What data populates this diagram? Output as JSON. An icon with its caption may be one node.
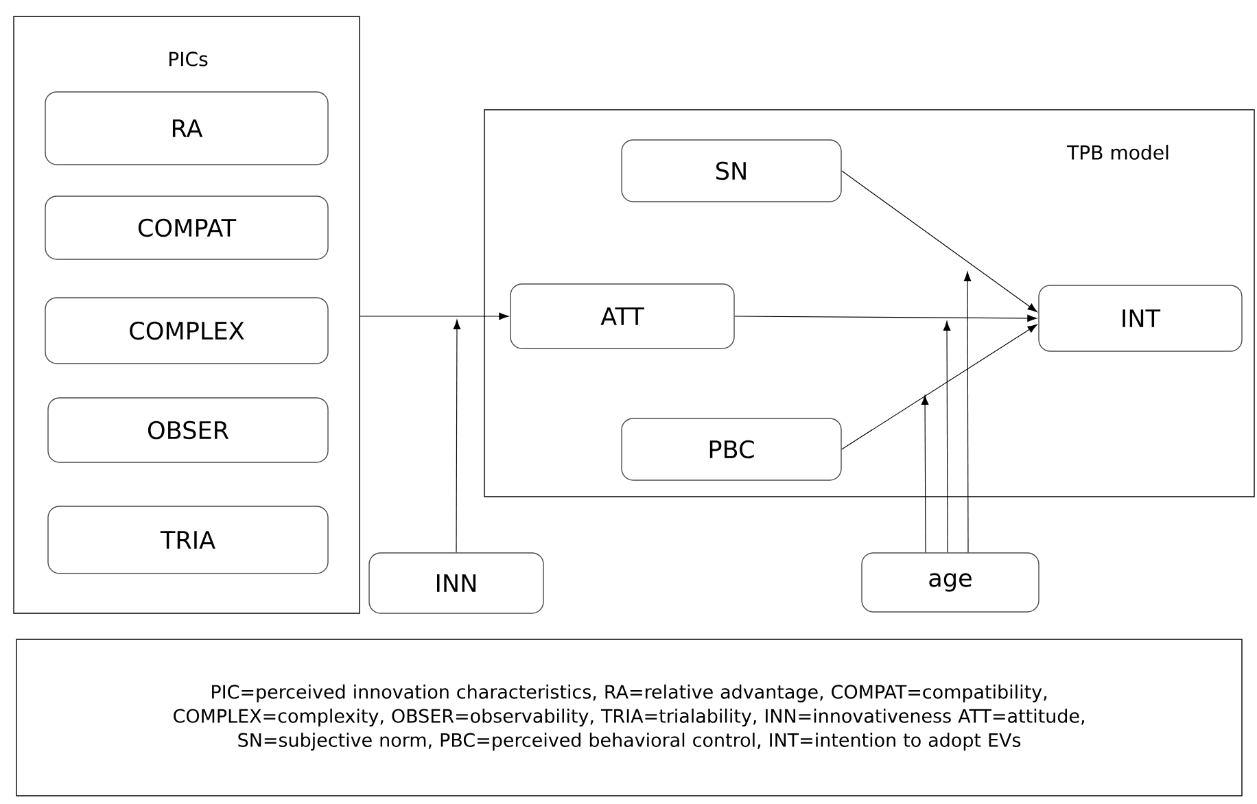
{
  "diagram": {
    "nodes": [
      {
        "text": [
          "PICs"
        ]
      },
      {
        "text": [
          "RA"
        ],
        "in": 0
      },
      {
        "text": [
          "COMPAT"
        ],
        "in": 0
      },
      {
        "text": [
          "COMPLEX"
        ],
        "in": 0
      },
      {
        "text": [
          "OBSER"
        ],
        "in": 0
      },
      {
        "text": [
          "TRIA"
        ],
        "in": 0
      },
      {
        "text": [
          "TPB model"
        ]
      },
      {
        "text": [
          "SN"
        ],
        "in": 6
      },
      {
        "text": [
          "ATT"
        ],
        "in": 6
      },
      {
        "text": [
          "PBC"
        ],
        "in": 6
      },
      {
        "text": [
          "INT"
        ],
        "in": 6
      },
      {
        "text": [
          "INN"
        ]
      },
      {
        "text": [
          "age"
        ]
      },
      {
        "text": [
          "PIC=perceived innovation characteristics, RA=relative advantage, COMPAT=compatibility, COMPLEX=complexity, OBSER=observability, TRIA=trialability, INN=innovativeness ATT=attitude, SN=subjective norm, PBC=perceived behavioral control, INT=intention to adopt EVs"
        ]
      }
    ],
    "edges": [
      {
        "from": 0,
        "to": 8,
        "arrow": "to"
      },
      {
        "from": 11,
        "to": null,
        "arrow": "to"
      },
      {
        "from": 7,
        "to": 10,
        "arrow": "to"
      },
      {
        "from": 8,
        "to": 10,
        "arrow": "to"
      },
      {
        "from": 9,
        "to": 10,
        "arrow": "to"
      },
      {
        "from": 12,
        "to": null,
        "arrow": "to"
      },
      {
        "from": 12,
        "to": null,
        "arrow": "to"
      },
      {
        "from": 12,
        "to": null,
        "arrow": "to"
      }
    ]
  }
}
